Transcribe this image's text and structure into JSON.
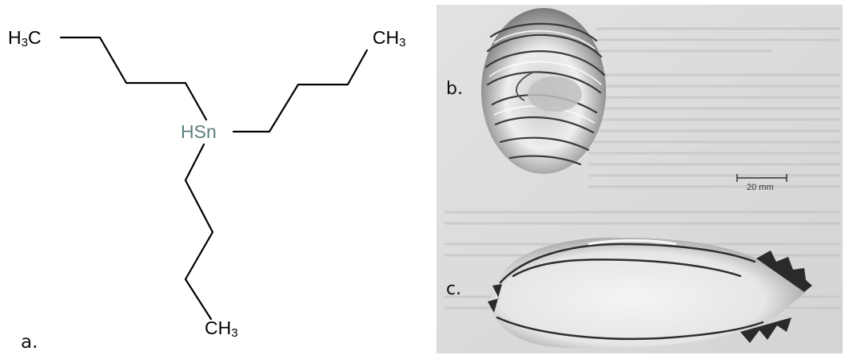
{
  "structure": {
    "atoms": {
      "h3c": {
        "main": "H",
        "sub": "3",
        "tail": "C"
      },
      "ch3_top": {
        "main": "CH",
        "sub": "3"
      },
      "hsn": "HSn",
      "ch3_bottom": {
        "main": "CH",
        "sub": "3"
      }
    },
    "panel_label": "a."
  },
  "photo": {
    "label_b": "b.",
    "label_c": "c.",
    "scale_bar_label": "20 mm"
  },
  "colors": {
    "bond": "#000000",
    "tin_atom": "#5f7f7f",
    "photo_background": "#dcdcdc"
  }
}
